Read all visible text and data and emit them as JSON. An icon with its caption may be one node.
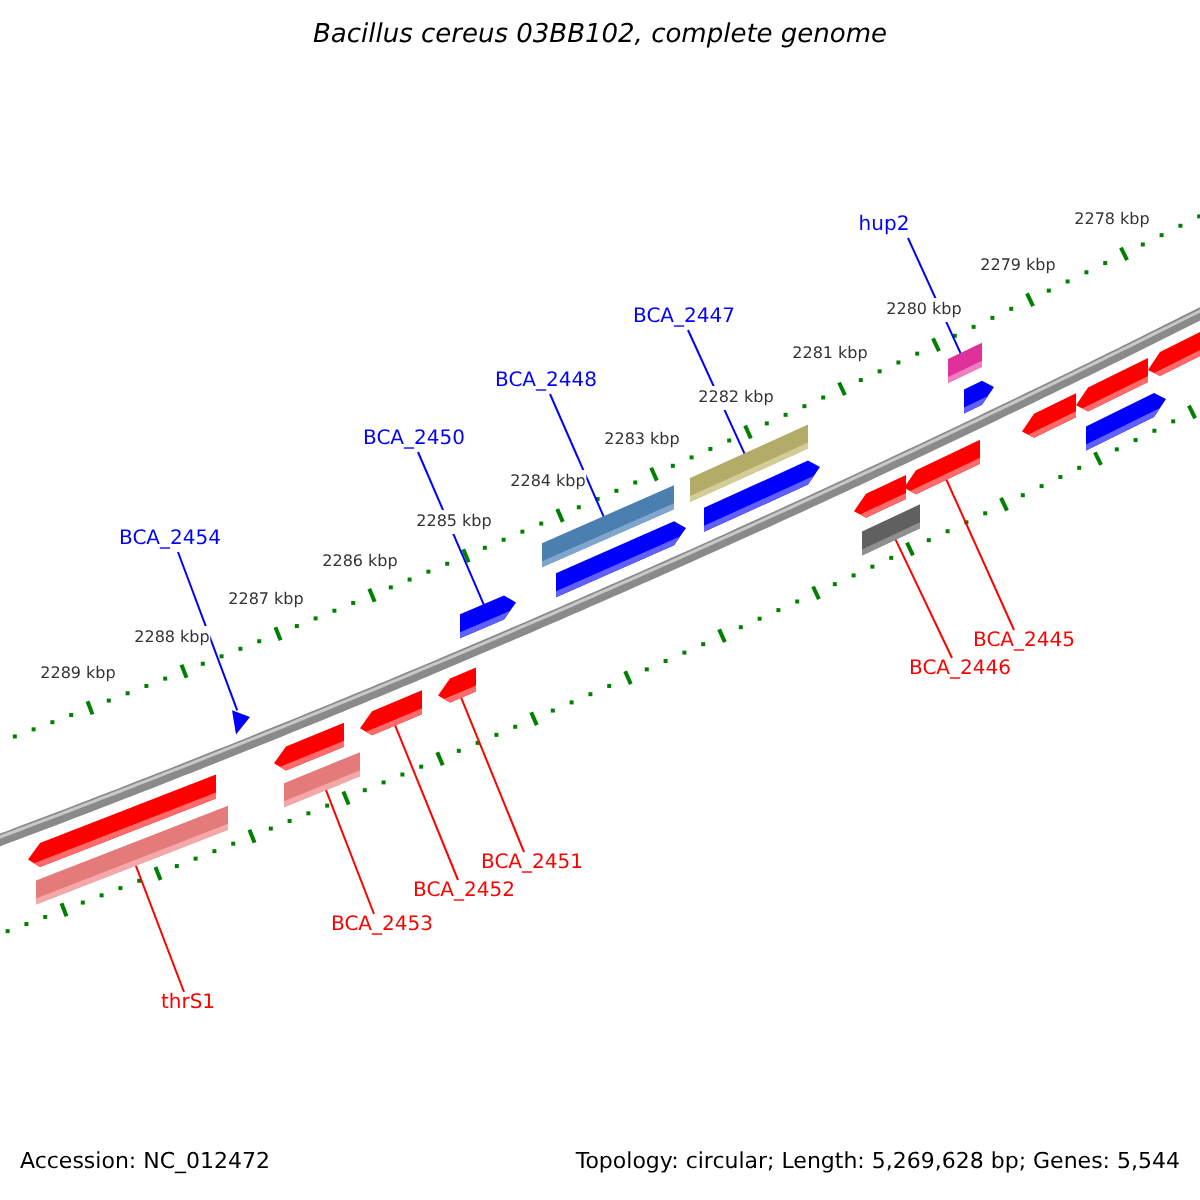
{
  "diagram": {
    "title": "Bacillus cereus 03BB102, complete genome",
    "nodes": [
      {
        "text": [
          "hup2"
        ]
      },
      {
        "text": [
          "BCA_2447"
        ]
      },
      {
        "text": [
          "BCA_2448"
        ]
      },
      {
        "text": [
          "BCA_2450"
        ]
      },
      {
        "text": [
          "BCA_2454"
        ]
      },
      {
        "text": [
          "BCA_2445"
        ]
      },
      {
        "text": [
          "BCA_2446"
        ]
      },
      {
        "text": [
          "BCA_2451"
        ]
      },
      {
        "text": [
          "BCA_2452"
        ]
      },
      {
        "text": [
          "BCA_2453"
        ]
      },
      {
        "text": [
          "thrS1"
        ]
      },
      {
        "text": [],
        "shape": "box"
      },
      {
        "text": [],
        "shape": "box"
      },
      {
        "text": [],
        "shape": "box"
      },
      {
        "text": [],
        "shape": "arrow"
      },
      {
        "text": [],
        "shape": "triangle"
      },
      {
        "text": [],
        "shape": "box"
      },
      {
        "text": [],
        "shape": "arrow"
      },
      {
        "text": [],
        "shape": "arrow"
      },
      {
        "text": [],
        "shape": "arrow"
      },
      {
        "text": [],
        "shape": "box"
      },
      {
        "text": [],
        "shape": "box"
      },
      {
        "text": [],
        "shape": "arrow"
      },
      {
        "text": [],
        "shape": "arrow"
      },
      {
        "text": [],
        "shape": "arrow"
      },
      {
        "text": [],
        "shape": "arrow"
      },
      {
        "text": [],
        "shape": "arrow"
      },
      {
        "text": [],
        "shape": "arrow"
      },
      {
        "text": [],
        "shape": "arrow"
      },
      {
        "text": [],
        "shape": "arrow"
      },
      {
        "text": [],
        "shape": "arrow"
      },
      {
        "text": [],
        "shape": "arrow"
      }
    ],
    "edges": [
      {
        "from": 0,
        "to": 11,
        "arrow": "none",
        "color": "#0000ff"
      },
      {
        "from": 1,
        "to": 12,
        "arrow": "none",
        "color": "#0000ff"
      },
      {
        "from": 2,
        "to": 13,
        "arrow": "none",
        "color": "#0000ff"
      },
      {
        "from": 3,
        "to": 14,
        "arrow": "none",
        "color": "#0000ff"
      },
      {
        "from": 4,
        "to": 15,
        "arrow": "none",
        "color": "#0000ff"
      },
      {
        "from": 5,
        "to": 17,
        "arrow": "none"
      },
      {
        "from": 6,
        "to": 16,
        "arrow": "none"
      },
      {
        "from": 7,
        "to": 18,
        "arrow": "none"
      },
      {
        "from": 8,
        "to": 19,
        "arrow": "none"
      },
      {
        "from": 9,
        "to": 20,
        "arrow": "none"
      },
      {
        "from": 10,
        "to": 21,
        "arrow": "none"
      }
    ],
    "labels": [
      "2278 kbp",
      "2279 kbp",
      "2280 kbp",
      "2281 kbp",
      "2282 kbp",
      "2283 kbp",
      "2284 kbp",
      "2285 kbp",
      "2286 kbp",
      "2287 kbp",
      "2288 kbp",
      "2289 kbp",
      "Accession: NC_012472",
      "Topology: circular; Length: 5,269,628 bp; Genes: 5,544"
    ]
  }
}
